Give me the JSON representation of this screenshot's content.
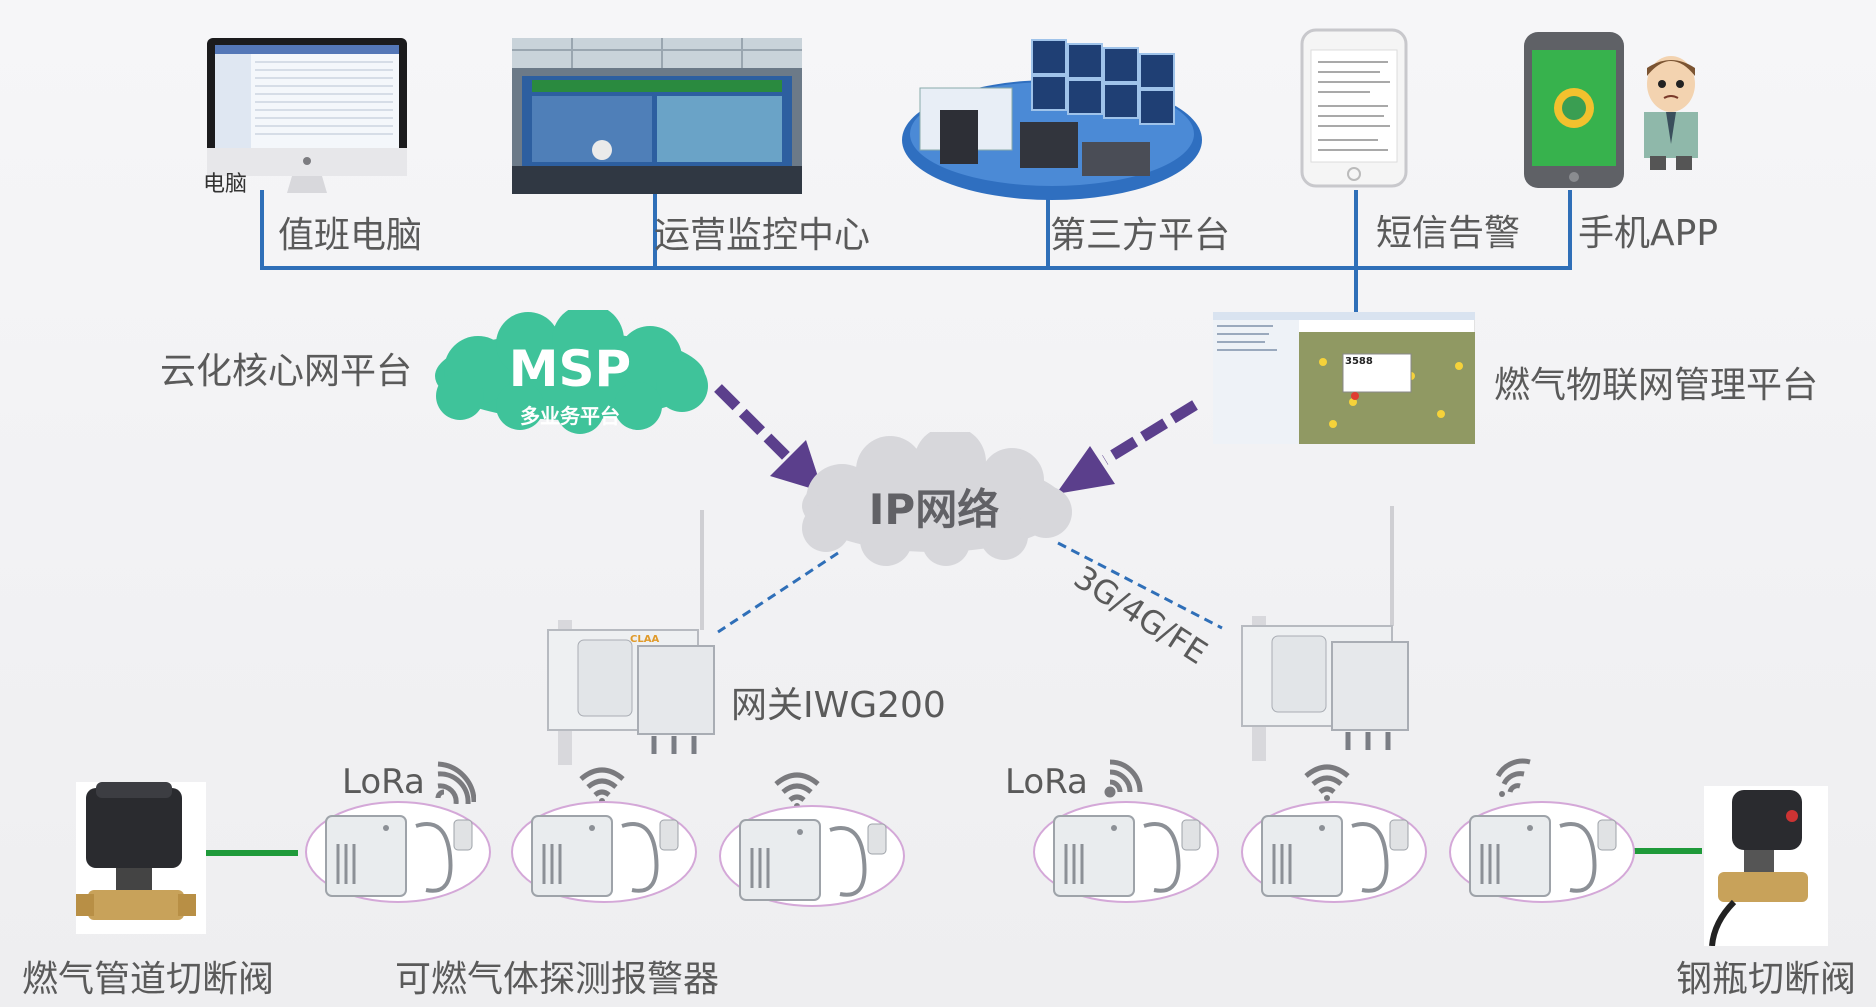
{
  "top_labels": {
    "duty_pc": "值班电脑",
    "ops_center": "运营监控中心",
    "third_party": "第三方平台",
    "sms_alarm": "短信告警",
    "mobile_app": "手机APP"
  },
  "monitor_caption": "电脑",
  "cloud_core_label": "云化核心网平台",
  "msp": {
    "title": "MSP",
    "subtitle": "多业务平台"
  },
  "iot_platform_label": "燃气物联网管理平台",
  "ip_network": "IP网络",
  "link_label": "3G/4G/FE",
  "gateway_label": "网关IWG200",
  "lora_left": "LoRa",
  "lora_right": "LoRa",
  "bottom_labels": {
    "pipe_valve": "燃气管道切断阀",
    "detector": "可燃气体探测报警器",
    "cylinder_valve": "钢瓶切断阀"
  },
  "device_brand": "CLAA",
  "map_popup_code": "3588",
  "colors": {
    "bus_line": "#2f6fb8",
    "arrow": "#5b3f8c",
    "msp_cloud": "#3fc39a",
    "ip_cloud": "#d7d7db",
    "valve_link": "#1f9a3a",
    "label_text": "#5a5a5a"
  },
  "icons": [
    "wifi-signal-icon",
    "lora-signal-icon"
  ]
}
